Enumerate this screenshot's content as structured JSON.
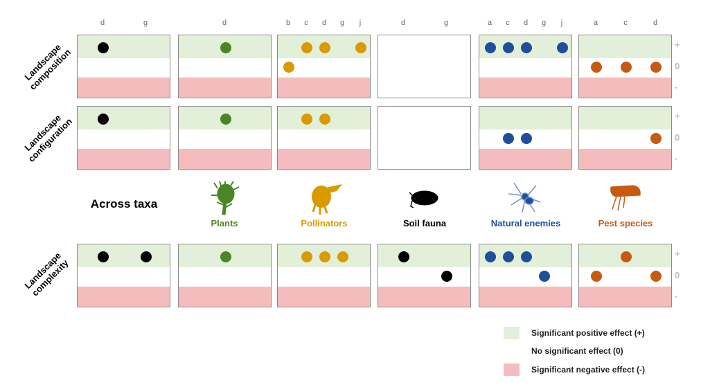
{
  "colors": {
    "positive_band": "#e2efd9",
    "negative_band": "#f4bcbd",
    "across": "#000000",
    "plants": "#4a8626",
    "pollinators": "#d99a00",
    "soil_fauna": "#000000",
    "natural_enemies": "#1f4e9c",
    "pest_species": "#c55a11"
  },
  "row_labels": [
    "Landscape composition",
    "Landscape configuration",
    "Landscape complexity"
  ],
  "effect_signs": [
    "+",
    "0",
    "-"
  ],
  "taxa": [
    {
      "key": "across",
      "label": "Across taxa",
      "icon": "none"
    },
    {
      "key": "plants",
      "label": "Plants",
      "icon": "thistle-plant-icon"
    },
    {
      "key": "pollinators",
      "label": "Pollinators",
      "icon": "bee-icon"
    },
    {
      "key": "soil_fauna",
      "label": "Soil fauna",
      "icon": "springtail-icon"
    },
    {
      "key": "natural_enemies",
      "label": "Natural enemies",
      "icon": "spider-icon"
    },
    {
      "key": "pest_species",
      "label": "Pest species",
      "icon": "flea-beetle-icon"
    }
  ],
  "top_columns": [
    [
      "d",
      "g"
    ],
    [
      "d"
    ],
    [
      "b",
      "c",
      "d",
      "g",
      "j"
    ],
    [
      "d",
      "g"
    ],
    [
      "a",
      "c",
      "d",
      "g",
      "j"
    ],
    [
      "a",
      "c",
      "d"
    ]
  ],
  "panels": [
    [
      {
        "shaded": true,
        "dots": [
          {
            "col": "d",
            "effect": "+"
          }
        ]
      },
      {
        "shaded": true,
        "dots": [
          {
            "col": "d",
            "effect": "+"
          }
        ]
      },
      {
        "shaded": true,
        "dots": [
          {
            "col": "b",
            "effect": "0"
          },
          {
            "col": "c",
            "effect": "+"
          },
          {
            "col": "d",
            "effect": "+"
          },
          {
            "col": "j",
            "effect": "+"
          }
        ]
      },
      {
        "shaded": false,
        "dots": []
      },
      {
        "shaded": true,
        "dots": [
          {
            "col": "a",
            "effect": "+"
          },
          {
            "col": "c",
            "effect": "+"
          },
          {
            "col": "d",
            "effect": "+"
          },
          {
            "col": "j",
            "effect": "+"
          }
        ]
      },
      {
        "shaded": true,
        "dots": [
          {
            "col": "a",
            "effect": "0"
          },
          {
            "col": "c",
            "effect": "0"
          },
          {
            "col": "d",
            "effect": "0"
          }
        ]
      }
    ],
    [
      {
        "shaded": true,
        "dots": [
          {
            "col": "d",
            "effect": "+"
          }
        ]
      },
      {
        "shaded": true,
        "dots": [
          {
            "col": "d",
            "effect": "+"
          }
        ]
      },
      {
        "shaded": true,
        "dots": [
          {
            "col": "c",
            "effect": "+"
          },
          {
            "col": "d",
            "effect": "+"
          }
        ]
      },
      {
        "shaded": false,
        "dots": []
      },
      {
        "shaded": true,
        "dots": [
          {
            "col": "c",
            "effect": "0"
          },
          {
            "col": "d",
            "effect": "0"
          }
        ]
      },
      {
        "shaded": true,
        "dots": [
          {
            "col": "d",
            "effect": "0"
          }
        ]
      }
    ],
    [
      {
        "shaded": true,
        "dots": [
          {
            "col": "d",
            "effect": "+"
          },
          {
            "col": "g",
            "effect": "+"
          }
        ]
      },
      {
        "shaded": true,
        "dots": [
          {
            "col": "d",
            "effect": "+"
          }
        ]
      },
      {
        "shaded": true,
        "dots": [
          {
            "col": "c",
            "effect": "+"
          },
          {
            "col": "d",
            "effect": "+"
          },
          {
            "col": "g",
            "effect": "+"
          }
        ]
      },
      {
        "shaded": true,
        "dots": [
          {
            "col": "d",
            "effect": "+"
          },
          {
            "col": "g",
            "effect": "0"
          }
        ]
      },
      {
        "shaded": true,
        "dots": [
          {
            "col": "a",
            "effect": "+"
          },
          {
            "col": "c",
            "effect": "+"
          },
          {
            "col": "d",
            "effect": "+"
          },
          {
            "col": "g",
            "effect": "0"
          }
        ]
      },
      {
        "shaded": true,
        "dots": [
          {
            "col": "a",
            "effect": "0"
          },
          {
            "col": "c",
            "effect": "+"
          },
          {
            "col": "d",
            "effect": "0"
          }
        ]
      }
    ]
  ],
  "legend": [
    {
      "label": "Significant positive effect (+)",
      "color": "#e2efd9"
    },
    {
      "label": "No significant effect (0)",
      "color": "#ffffff"
    },
    {
      "label": "Significant negative effect (-)",
      "color": "#f4bcbd"
    }
  ]
}
